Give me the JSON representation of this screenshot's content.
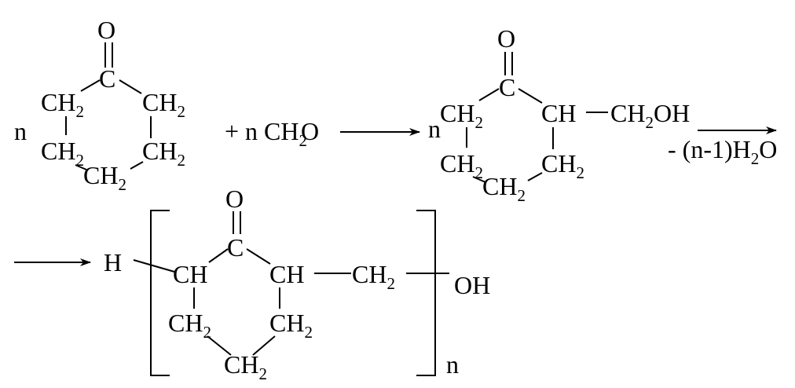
{
  "reactant_ketone": {
    "coefficient": "n",
    "oxygen": "O",
    "carbonyl_carbon": "C",
    "ring_groups": [
      "CH",
      "CH",
      "CH",
      "CH",
      "CH"
    ],
    "subscript": "2"
  },
  "plus_term": {
    "text": "+ n CH",
    "subscript": "2",
    "tail": "O"
  },
  "intermediate": {
    "coefficient": "n",
    "oxygen": "O",
    "carbonyl_carbon": "C",
    "alpha_ch": "CH",
    "hydroxymethyl_ch": "CH",
    "hydroxymethyl_tail": "OH",
    "ring_groups": [
      "CH",
      "CH",
      "CH",
      "CH"
    ],
    "subscript": "2"
  },
  "elimination": {
    "prefix": "- (n-1)H",
    "subscript": "2",
    "tail": "O"
  },
  "polymer": {
    "end_h": "H",
    "oxygen": "O",
    "carbonyl_carbon": "C",
    "left_ch": "CH",
    "right_ch": "CH",
    "bridge_ch": "CH",
    "ring_groups": [
      "CH",
      "CH",
      "CH"
    ],
    "subscript": "2",
    "end_oh": "OH",
    "repeat_n": "n"
  }
}
